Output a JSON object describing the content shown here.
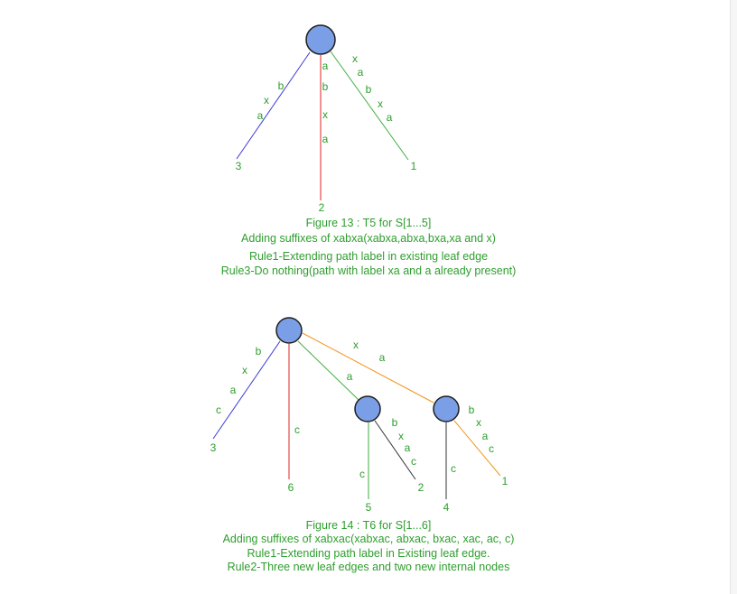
{
  "colors": {
    "node_fill": "#7b9fe6",
    "node_stroke": "#1e1e1e",
    "text": "#2e9e2e",
    "edge_blue": "#3a3ad6",
    "edge_red": "#e02020",
    "edge_green": "#3fae3f",
    "edge_orange": "#f0941c",
    "edge_black": "#333333"
  },
  "figure13": {
    "edge_left_labels": [
      "a",
      "x",
      "b"
    ],
    "edge_mid_labels": [
      "a",
      "b",
      "x",
      "a"
    ],
    "edge_right_labels": [
      "x",
      "a",
      "b",
      "x",
      "a"
    ],
    "leaf_left": "3",
    "leaf_mid": "2",
    "leaf_right": "1",
    "caption_lines": [
      "Figure 13 : T5 for S[1...5]",
      "Adding suffixes of xabxa(xabxa,abxa,bxa,xa and x)",
      "Rule1-Extending path label in existing leaf edge",
      "Rule3-Do nothing(path with label xa and a already present)"
    ]
  },
  "figure14": {
    "edge_left_labels": [
      "c",
      "a",
      "x",
      "b"
    ],
    "edge_mid_labels": [
      "c"
    ],
    "edge_to_node_a_label": "a",
    "edge_to_node_xa_labels": [
      "x",
      "a"
    ],
    "node_a_left_labels": [
      "c"
    ],
    "node_a_right_labels": [
      "b",
      "x",
      "a",
      "c"
    ],
    "node_xa_left_labels": [
      "c"
    ],
    "node_xa_right_labels": [
      "b",
      "x",
      "a",
      "c"
    ],
    "leaf_left": "3",
    "leaf_mid": "6",
    "leaf_a_left": "5",
    "leaf_a_right": "2",
    "leaf_xa_left": "4",
    "leaf_xa_right": "1",
    "caption_lines": [
      "Figure 14 : T6 for S[1...6]",
      "Adding suffixes of xabxac(xabxac, abxac, bxac, xac, ac, c)",
      "Rule1-Extending path label in Existing leaf edge.",
      "Rule2-Three new leaf edges and two new internal nodes"
    ]
  }
}
